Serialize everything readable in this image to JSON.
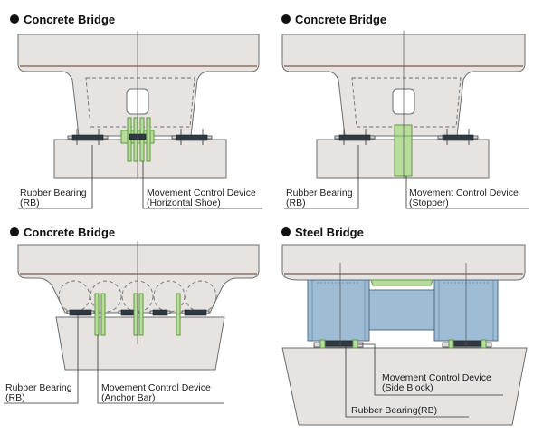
{
  "panels": {
    "top_left": {
      "title": "Concrete Bridge",
      "label_left_line1": "Rubber Bearing",
      "label_left_line2": "(RB)",
      "label_right_line1": "Movement Control Device",
      "label_right_line2": "(Horizontal Shoe)"
    },
    "top_right": {
      "title": "Concrete Bridge",
      "label_left_line1": "Rubber Bearing",
      "label_left_line2": "(RB)",
      "label_right_line1": "Movement Control Device",
      "label_right_line2": "(Stopper)"
    },
    "bottom_left": {
      "title": "Concrete Bridge",
      "label_left_line1": "Rubber Bearing",
      "label_left_line2": "(RB)",
      "label_right_line1": "Movement Control Device",
      "label_right_line2": "(Anchor Bar)"
    },
    "bottom_right": {
      "title": "Steel Bridge",
      "label_device_line1": "Movement Control Device",
      "label_device_line2": "(Side Block)",
      "label_bearing": "Rubber Bearing(RB)"
    }
  },
  "colors": {
    "concrete": "#e7e3e0",
    "control_device": "#b7dc9c",
    "steel_girder": "#9ebcd3",
    "bearing": "#2f3a44"
  }
}
